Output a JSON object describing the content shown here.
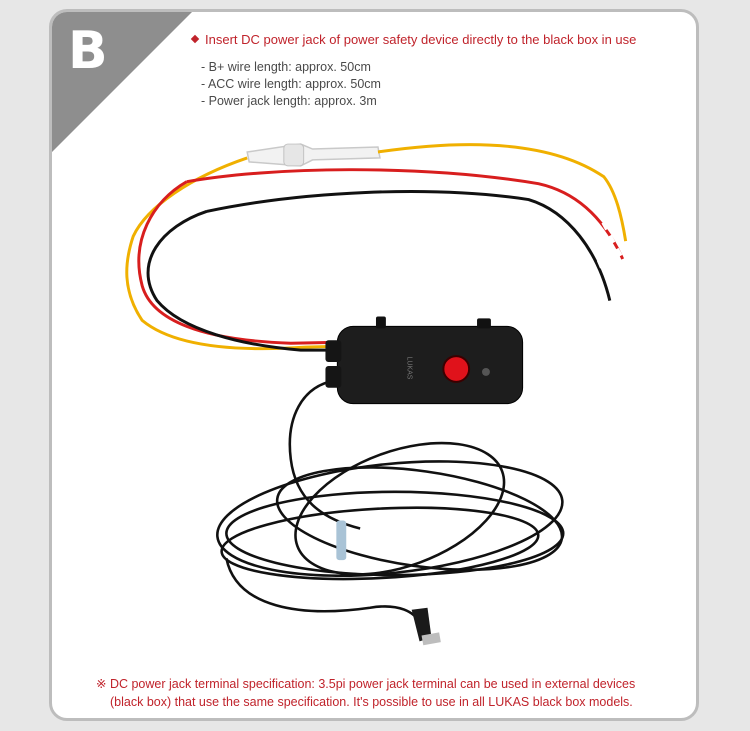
{
  "badge": {
    "letter": "B"
  },
  "headline": "Insert DC power jack of power safety device directly to the black box in use",
  "specs": [
    "- B+ wire length: approx. 50cm",
    "- ACC wire length: approx. 50cm",
    "- Power jack length: approx. 3m"
  ],
  "device": {
    "logo_text": "LUKAS"
  },
  "footnote": {
    "line1": "※ DC power jack terminal specification: 3.5pi power jack terminal can be used in external devices",
    "line2": "(black box) that use the same specification. It's possible to use in all LUKAS black box models."
  },
  "colors": {
    "accent_red": "#c0232b",
    "corner_gray": "#8e8e8e",
    "wire_yellow": "#f0b000",
    "wire_red": "#d81e1e",
    "wire_black": "#111111"
  }
}
